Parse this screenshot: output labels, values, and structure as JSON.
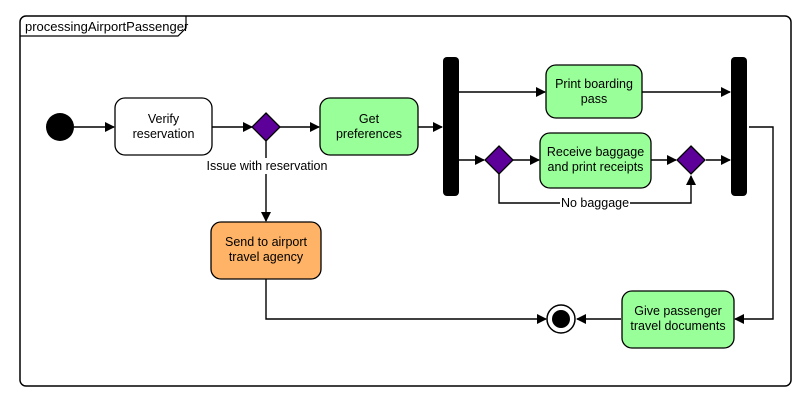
{
  "frame": {
    "title": "processingAirportPassenger"
  },
  "colors": {
    "action_green": "#99ff99",
    "action_orange": "#ffb366",
    "action_white": "#ffffff",
    "decision": "#5c0099",
    "bar": "#000000",
    "line": "#000000"
  },
  "nodes": {
    "verify": {
      "line1": "Verify",
      "line2": "reservation"
    },
    "preferences": {
      "line1": "Get",
      "line2": "preferences"
    },
    "boarding": {
      "line1": "Print boarding",
      "line2": "pass"
    },
    "baggage": {
      "line1": "Receive baggage",
      "line2": "and print receipts"
    },
    "agency": {
      "line1": "Send to airport",
      "line2": "travel agency"
    },
    "documents": {
      "line1": "Give passenger",
      "line2": "travel documents"
    }
  },
  "edge_labels": {
    "issue": "Issue with reservation",
    "no_baggage": "No baggage"
  }
}
